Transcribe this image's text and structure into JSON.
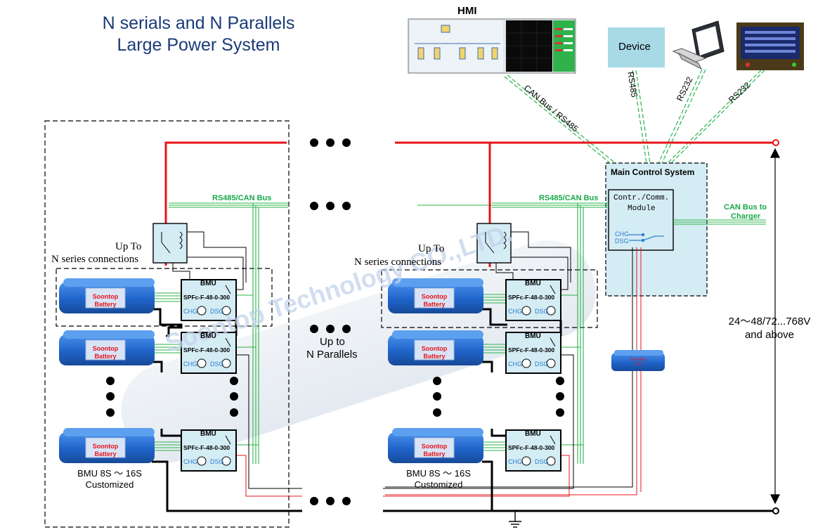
{
  "title": {
    "line1": "N serials and N Parallels",
    "line2": "Large Power System"
  },
  "hmi": {
    "label": "HMI"
  },
  "device": {
    "label": "Device"
  },
  "links": {
    "can_rs485": "CAN Bus / RS485",
    "rs485": "RS485",
    "rs232_pc": "RS232",
    "rs232_lcd": "RS232"
  },
  "main_control": {
    "title": "Main Control System",
    "module_line1": "Contr./Comm.",
    "module_line2": "Module",
    "chg": "CHG",
    "dsg": "DSG"
  },
  "can_to_charger": {
    "line1": "CAN Bus  to",
    "line2": "Charger"
  },
  "bus_label": "RS485/CAN Bus",
  "series_label": {
    "line1": "Up To",
    "line2": "N series connections"
  },
  "parallels_label": {
    "line1": "Up to",
    "line2": "N Parallels"
  },
  "battery_label": {
    "line1": "Soontop",
    "line2": "Battery"
  },
  "aux_battery": {
    "line1": "Soontop",
    "line2": "12V"
  },
  "bmu": {
    "title": "BMU",
    "model": "SPFc-F-48-0-300",
    "chg": "CHG",
    "dsg": "DSG"
  },
  "bmu_caption": {
    "line1": "BMU 8S ～ 16S",
    "line2": "Customized"
  },
  "voltage": {
    "line1": "24～48/72...768V",
    "line2": "and above"
  },
  "watermark": "Soontop Technology CO.,LTD.",
  "colors": {
    "red_bus": "#e8141b",
    "green_bus": "#2bb34a",
    "battery_blue": "#1f63c9",
    "control_fill": "#d4ecf4",
    "title_blue": "#1a3a7a"
  }
}
